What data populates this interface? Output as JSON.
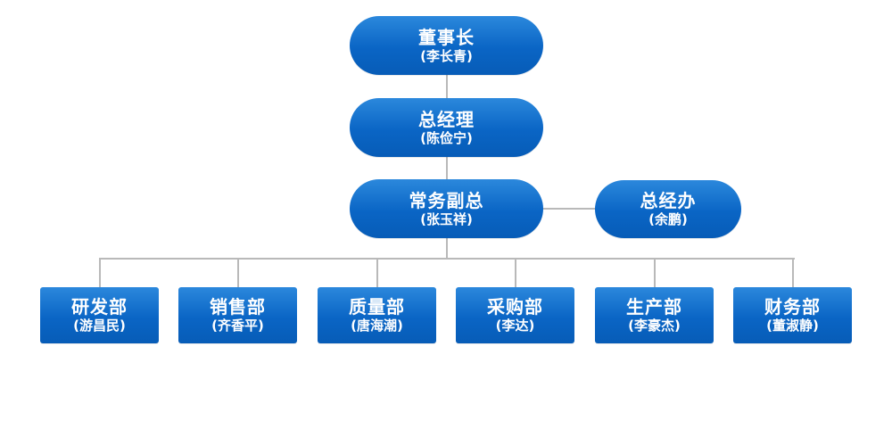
{
  "org_chart": {
    "chairman": {
      "title": "董事长",
      "name": "(李长青)"
    },
    "general_manager": {
      "title": "总经理",
      "name": "(陈俭宁)"
    },
    "executive_vp": {
      "title": "常务副总",
      "name": "(张玉祥)"
    },
    "general_office": {
      "title": "总经办",
      "name": "(余鹏)"
    },
    "departments": [
      {
        "title": "研发部",
        "name": "(游昌民)"
      },
      {
        "title": "销售部",
        "name": "(齐香平)"
      },
      {
        "title": "质量部",
        "name": "(唐海潮)"
      },
      {
        "title": "采购部",
        "name": "(李达)"
      },
      {
        "title": "生产部",
        "name": "(李豪杰)"
      },
      {
        "title": "财务部",
        "name": "(董淑静)"
      }
    ]
  },
  "colors": {
    "node_fill": "#0a65c5",
    "node_highlight": "#2b88dc",
    "connector": "#b9b9b9",
    "text": "#ffffff"
  }
}
